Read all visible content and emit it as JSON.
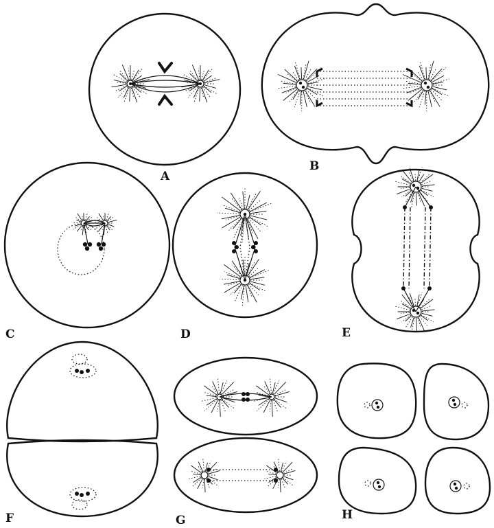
{
  "figure": {
    "panels": [
      {
        "id": "A",
        "label": "A"
      },
      {
        "id": "B",
        "label": "B"
      },
      {
        "id": "C",
        "label": "C"
      },
      {
        "id": "D",
        "label": "D"
      },
      {
        "id": "E",
        "label": "E"
      },
      {
        "id": "F",
        "label": "F"
      },
      {
        "id": "G",
        "label": "G"
      },
      {
        "id": "H",
        "label": "H"
      }
    ],
    "ink_color": "#111111",
    "background_color": "#ffffff"
  }
}
